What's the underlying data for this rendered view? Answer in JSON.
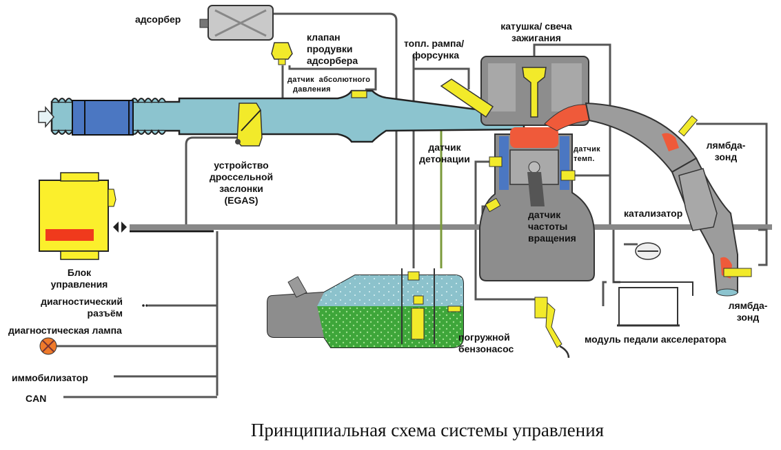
{
  "title": "Принципиальная схема системы управления",
  "colors": {
    "intake_air": "#8cc4cf",
    "air_filter": "#4b77c2",
    "component_yellow": "#f2ea2a",
    "ecu_yellow": "#fbef2c",
    "ecu_stripe": "#f03a1c",
    "hot_red": "#ef5a3a",
    "engine_gray": "#8d8d8d",
    "fuel_green": "#3ea63a",
    "tank_vapor": "#8cc2cc",
    "wire": "#555555"
  },
  "labels": {
    "adsorber": "адсорбер",
    "purge_valve": [
      "клапан",
      "продувки",
      "адсорбера"
    ],
    "map_sensor": [
      "датчик  абсолютного",
      "давления"
    ],
    "fuel_rail": [
      "топл. рампа/",
      "форсунка"
    ],
    "ignition": [
      "катушка/ свеча",
      "зажигания"
    ],
    "throttle": [
      "устройство",
      "дроссельной",
      "заслонки",
      "(EGAS)"
    ],
    "knock_sensor": [
      "датчик",
      "детонации"
    ],
    "temp_sensor": [
      "датчик",
      "темп."
    ],
    "rpm_sensor": [
      "датчик",
      "частоты",
      "вращения"
    ],
    "lambda_upper": [
      "лямбда-",
      "зонд"
    ],
    "lambda_lower": [
      "лямбда-",
      "зонд"
    ],
    "catalyst": "катализатор",
    "ecu": [
      "Блок",
      "управления"
    ],
    "diag_connector": [
      "диагностический",
      "разъём"
    ],
    "diag_lamp": "диагностическая лампа",
    "immobilizer": "иммобилизатор",
    "can": "CAN",
    "fuel_pump": [
      "погружной",
      "бензонасос"
    ],
    "pedal_module": "модуль педали акселератора"
  }
}
